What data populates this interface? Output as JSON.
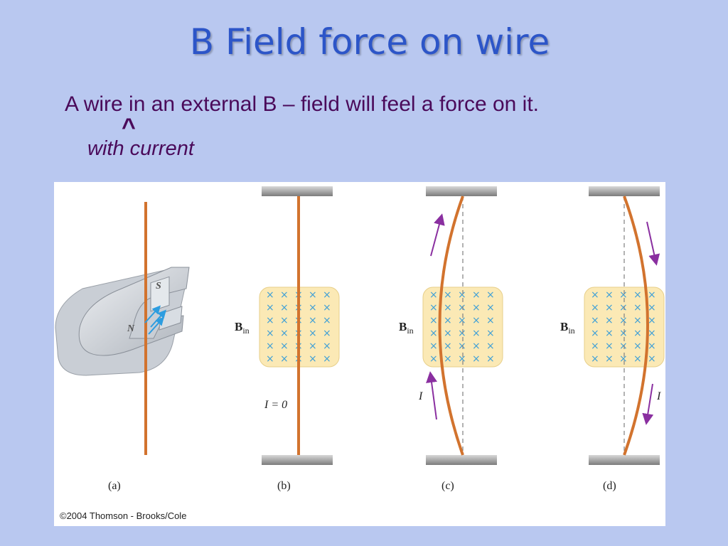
{
  "slide": {
    "title": "B Field force on wire",
    "line1": "A wire in an external B – field will feel a force on it.",
    "caret": "^",
    "insert": "with current"
  },
  "figure": {
    "panel_labels": [
      "(a)",
      "(b)",
      "(c)",
      "(d)"
    ],
    "field_label_main": "B",
    "field_label_sub": "in",
    "current_label": "I",
    "zero_current_label": "I = 0",
    "magnet_pole_s": "S",
    "magnet_pole_n": "N",
    "copyright": "©2004 Thomson - Brooks/Cole",
    "colors": {
      "wire": "#d2732e",
      "field_region": "#fbe9b5",
      "field_x": "#41a0d6",
      "arrow": "#8a2fa0",
      "support": "#8f8f8f"
    }
  }
}
